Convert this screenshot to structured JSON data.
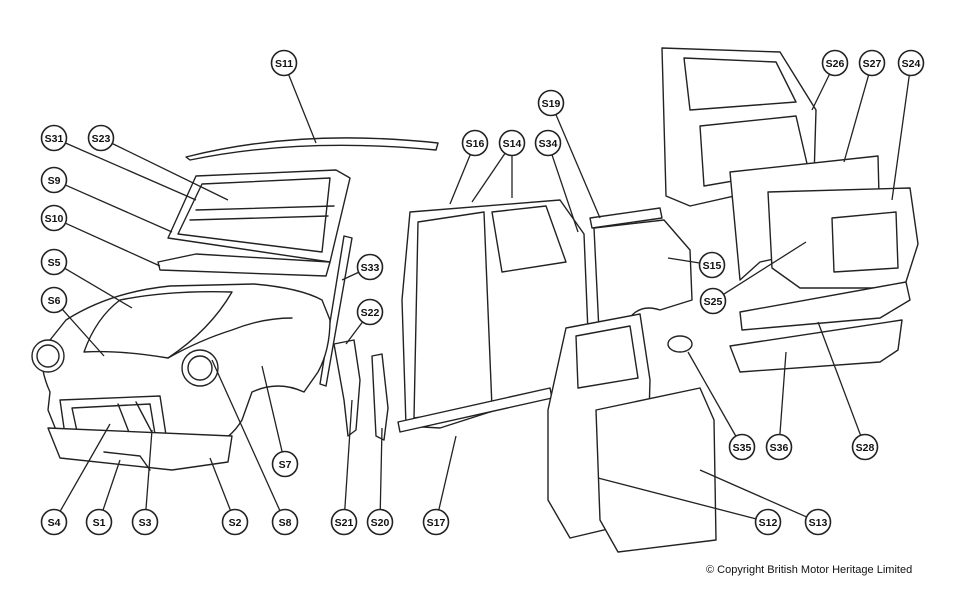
{
  "callouts": [
    {
      "id": "S11"
    },
    {
      "id": "S31"
    },
    {
      "id": "S23"
    },
    {
      "id": "S9"
    },
    {
      "id": "S10"
    },
    {
      "id": "S5"
    },
    {
      "id": "S6"
    },
    {
      "id": "S33"
    },
    {
      "id": "S22"
    },
    {
      "id": "S16"
    },
    {
      "id": "S14"
    },
    {
      "id": "S34"
    },
    {
      "id": "S19"
    },
    {
      "id": "S15"
    },
    {
      "id": "S26"
    },
    {
      "id": "S27"
    },
    {
      "id": "S24"
    },
    {
      "id": "S25"
    },
    {
      "id": "S7"
    },
    {
      "id": "S35"
    },
    {
      "id": "S36"
    },
    {
      "id": "S28"
    },
    {
      "id": "S4"
    },
    {
      "id": "S1"
    },
    {
      "id": "S3"
    },
    {
      "id": "S2"
    },
    {
      "id": "S8"
    },
    {
      "id": "S21"
    },
    {
      "id": "S20"
    },
    {
      "id": "S17"
    },
    {
      "id": "S12"
    },
    {
      "id": "S13"
    }
  ],
  "copyright": "© Copyright British Motor Heritage Limited"
}
